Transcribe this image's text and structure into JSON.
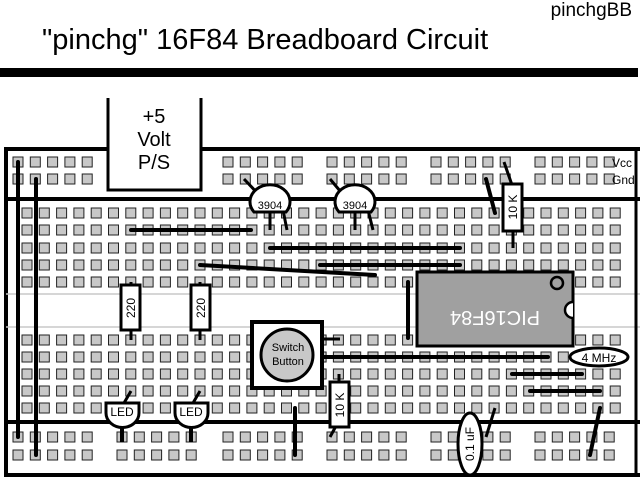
{
  "header": {
    "subtitle": "pinchgBB",
    "title": "\"pinchg\" 16F84 Breadboard Circuit"
  },
  "power_supply": {
    "line1": "+5",
    "line2": "Volt",
    "line3": "P/S"
  },
  "rail_labels": {
    "vcc": "Vcc",
    "gnd": "Gnd"
  },
  "components": {
    "transistor_1": "3904",
    "transistor_2": "3904",
    "resistor_top": "10 K",
    "resistor_220_a": "220",
    "resistor_220_b": "220",
    "chip": "PIC16F84",
    "switch": {
      "line1": "Switch",
      "line2": "Button"
    },
    "resistor_bottom": "10 K",
    "crystal": "4 MHz",
    "capacitor": "0.1 uF",
    "led_1": "LED",
    "led_2": "LED"
  },
  "colors": {
    "hole_fill": "#c8c8c8",
    "chip_fill": "#a0a0a0",
    "switch_fill": "#c8c8c8",
    "divider": "#c8c8c8"
  }
}
